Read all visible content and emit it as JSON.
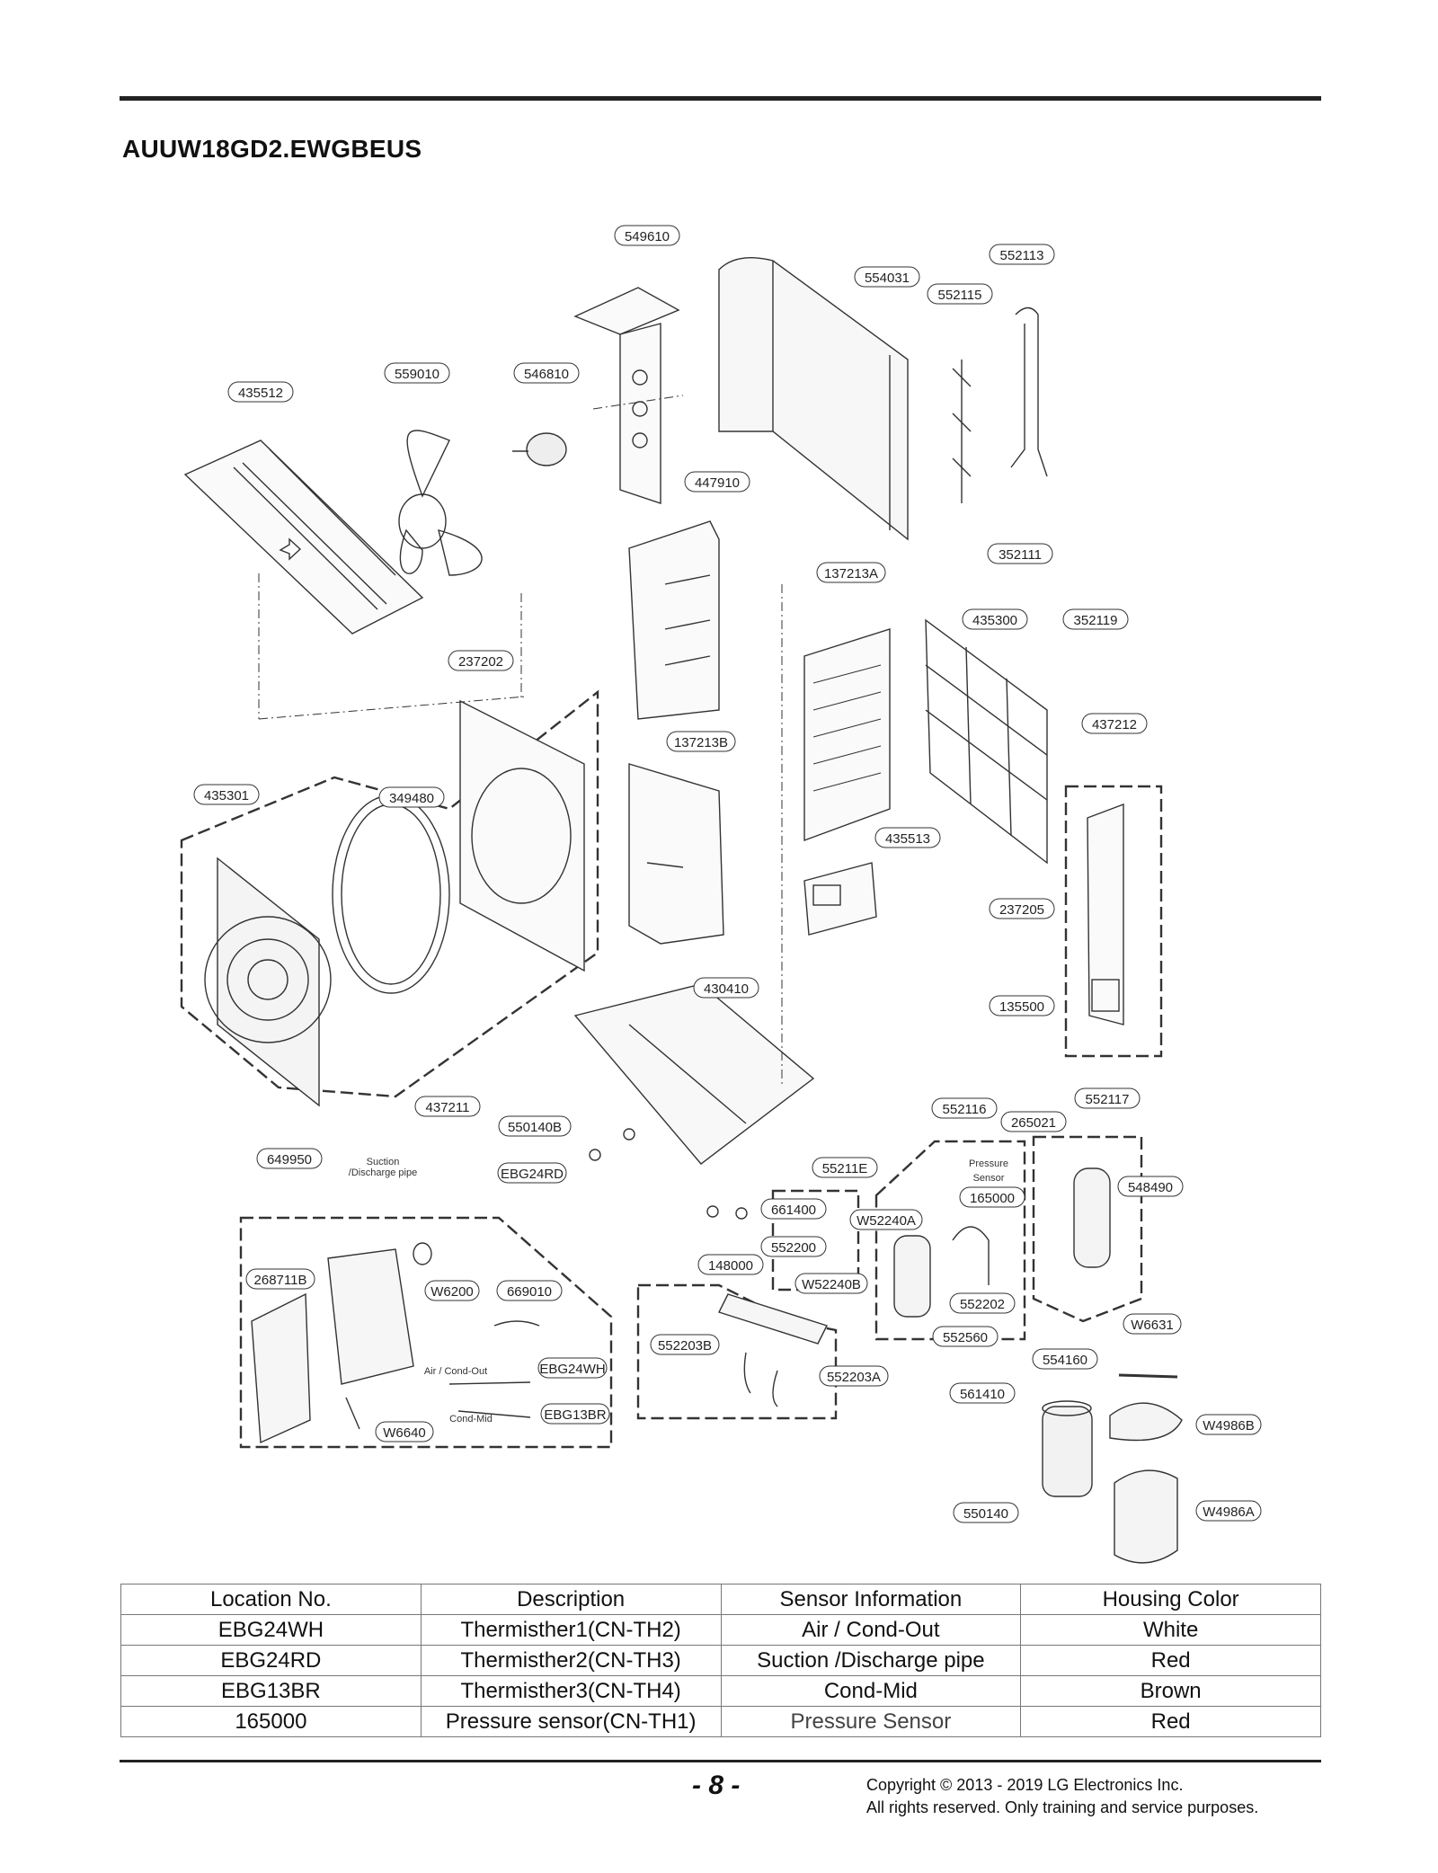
{
  "header": {
    "model": "AUUW18GD2.EWGBEUS"
  },
  "diagram": {
    "callouts": [
      "549610",
      "554031",
      "552113",
      "552115",
      "435512",
      "559010",
      "546810",
      "447910",
      "352111",
      "137213A",
      "435300",
      "352119",
      "237202",
      "137213B",
      "437212",
      "435301",
      "349480",
      "435513",
      "237205",
      "135500",
      "430410",
      "437211",
      "550140B",
      "649950",
      "EBG24RD",
      "55211E",
      "661400",
      "W52240A",
      "552116",
      "265021",
      "552117",
      "165000",
      "548490",
      "552200",
      "W52240B",
      "148000",
      "268711B",
      "W6200",
      "669010",
      "552202",
      "W6631",
      "552203B",
      "552560",
      "554160",
      "EBG24WH",
      "552203A",
      "561410",
      "EBG13BR",
      "W6640",
      "W4986B",
      "550140",
      "W4986A"
    ],
    "notes": {
      "suction": "Suction",
      "discharge": "/Discharge pipe",
      "air_cond_out": "Air / Cond-Out",
      "cond_mid": "Cond-Mid",
      "pressure_1": "Pressure",
      "pressure_2": "Sensor"
    }
  },
  "table": {
    "headers": [
      "Location No.",
      "Description",
      "Sensor Information",
      "Housing Color"
    ],
    "rows": [
      [
        "EBG24WH",
        "Thermisther1(CN-TH2)",
        "Air / Cond-Out",
        "White"
      ],
      [
        "EBG24RD",
        "Thermisther2(CN-TH3)",
        "Suction /Discharge pipe",
        "Red"
      ],
      [
        "EBG13BR",
        "Thermisther3(CN-TH4)",
        "Cond-Mid",
        "Brown"
      ],
      [
        "165000",
        "Pressure sensor(CN-TH1)",
        "Pressure Sensor",
        "Red"
      ]
    ]
  },
  "footer": {
    "page": "- 8 -",
    "copyright_line1": "Copyright © 2013 - 2019 LG Electronics Inc.",
    "copyright_line2": "All rights reserved. Only training and service purposes."
  }
}
